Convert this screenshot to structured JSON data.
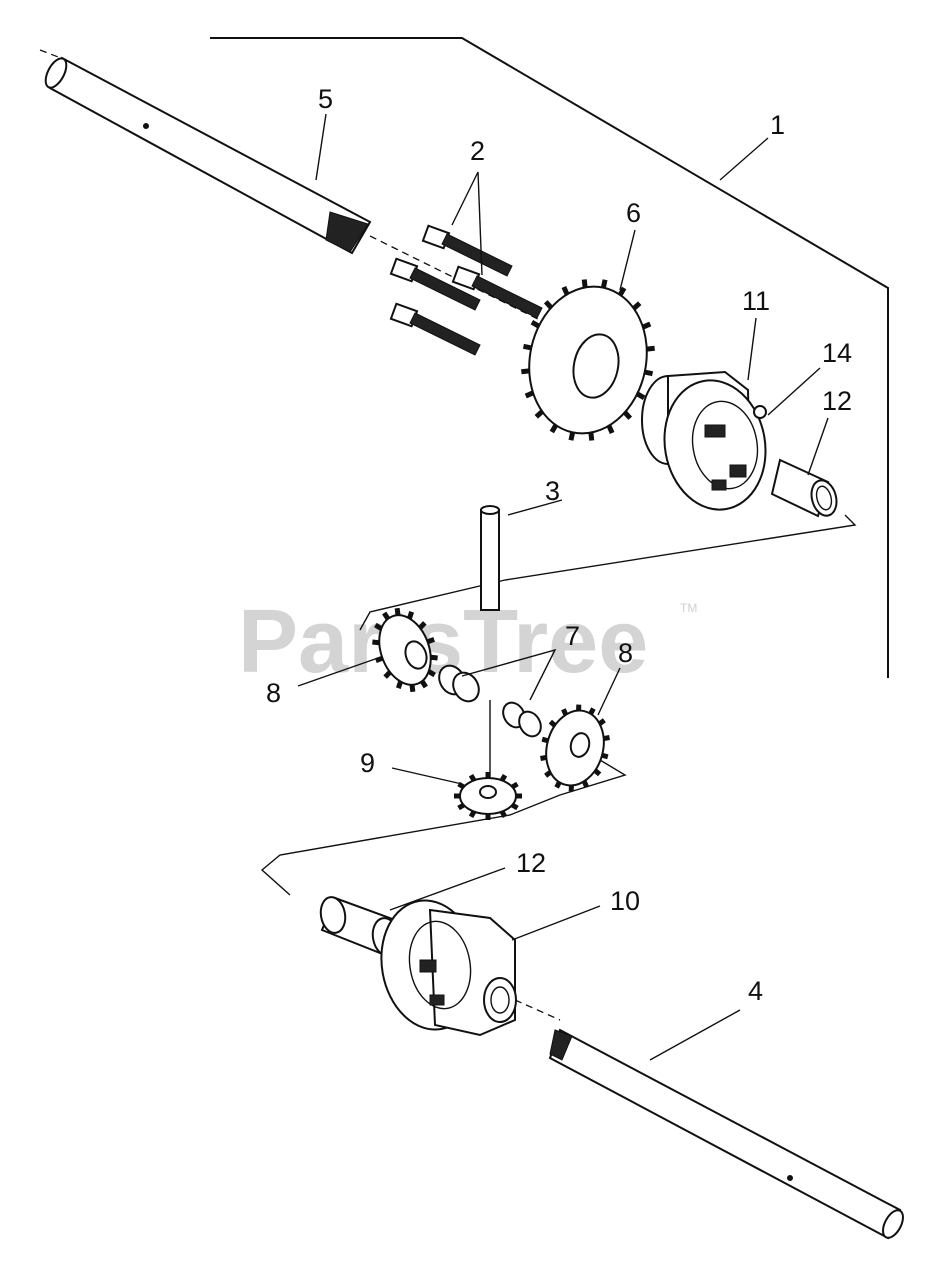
{
  "watermark": {
    "text": "PartsTree",
    "trademark": "TM"
  },
  "callouts": {
    "c1": "1",
    "c2": "2",
    "c3": "3",
    "c4": "4",
    "c5": "5",
    "c6": "6",
    "c7": "7",
    "c8a": "8",
    "c8b": "8",
    "c9": "9",
    "c10": "10",
    "c11": "11",
    "c12a": "12",
    "c12b": "12",
    "c14": "14"
  }
}
